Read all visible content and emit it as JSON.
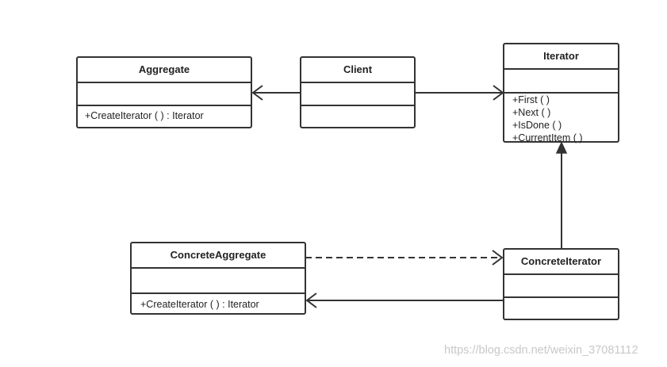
{
  "diagram": {
    "classes": {
      "aggregate": {
        "name": "Aggregate",
        "operations": [
          "+CreateIterator ( ) : Iterator"
        ]
      },
      "client": {
        "name": "Client",
        "operations": []
      },
      "iterator": {
        "name": "Iterator",
        "operations": [
          "+First ( )",
          "+Next ( )",
          "+IsDone ( )",
          "+CurrentItem ( )"
        ]
      },
      "concrete_aggregate": {
        "name": "ConcreteAggregate",
        "operations": [
          "+CreateIterator ( ) : Iterator"
        ]
      },
      "concrete_iterator": {
        "name": "ConcreteIterator",
        "operations": []
      }
    },
    "relations": [
      {
        "from": "client",
        "to": "aggregate",
        "kind": "association"
      },
      {
        "from": "client",
        "to": "iterator",
        "kind": "association"
      },
      {
        "from": "concrete_iterator",
        "to": "iterator",
        "kind": "generalization"
      },
      {
        "from": "concrete_aggregate",
        "to": "concrete_iterator",
        "kind": "dependency"
      },
      {
        "from": "concrete_iterator",
        "to": "concrete_aggregate",
        "kind": "association"
      }
    ],
    "line_color": "#333333"
  },
  "watermark": "https://blog.csdn.net/weixin_37081112"
}
